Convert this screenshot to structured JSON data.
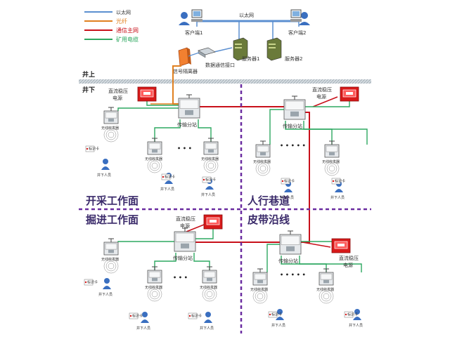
{
  "legend": {
    "items": [
      {
        "label": "以太网",
        "color": "#5b8fd0"
      },
      {
        "label": "光纤",
        "color": "#e08020"
      },
      {
        "label": "通信主网",
        "color": "#c8101a"
      },
      {
        "label": "矿用电缆",
        "color": "#2da860"
      }
    ]
  },
  "top": {
    "ethernet_label": "以太网",
    "client1": "客户端1",
    "client2": "客户端2",
    "server1": "服务器1",
    "server2": "服务器2",
    "data_interface": "数据通信接口",
    "isolator": "信号隔离器"
  },
  "levels": {
    "surface": "井上",
    "underground": "井下"
  },
  "zones": {
    "mining_face": "开采工作面",
    "pedestrian_road": "人行巷道",
    "heading_face": "掘进工作面",
    "belt_line": "皮带沿线"
  },
  "devices": {
    "power_supply": "直流稳压电源",
    "power_supply_line1": "直流稳压",
    "power_supply_line2": "电源",
    "station": "传输分站",
    "transceiver": "无线收发器",
    "personnel": "井下人员",
    "tag": "标识卡",
    "ellipsis": "• • •",
    "ellipsis_long": "• • • • •"
  },
  "colors": {
    "ethernet": "#5b8fd0",
    "fiber": "#e08020",
    "main_net": "#c8101a",
    "cable": "#2da860",
    "divider": "#6a2ca0",
    "ground": "#b8c4cc"
  }
}
